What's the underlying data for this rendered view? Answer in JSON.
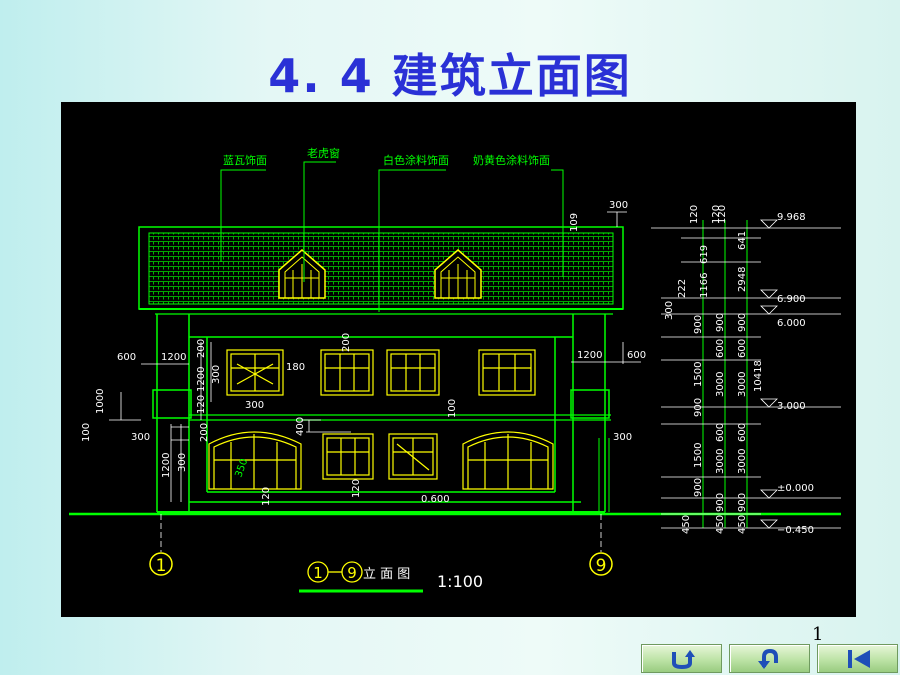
{
  "slide": {
    "title": "4. 4  建筑立面图",
    "page_number": "1"
  },
  "drawing": {
    "material_labels": {
      "blue_tile": "蓝瓦饰面",
      "dormer": "老虎窗",
      "white_paint": "白色涂料饰面",
      "cream_paint": "奶黄色涂料饰面"
    },
    "axis_left": "1",
    "axis_right": "9",
    "view_title": "立 面 图",
    "scale": "1:100",
    "dimensions": {
      "d600_left": "600",
      "d1200_left": "1200",
      "d200_a": "200",
      "d1200_v": "1200",
      "d300_a": "300",
      "d180": "180",
      "d200_b": "200",
      "d1000": "1000",
      "d100_left": "100",
      "d120_a": "120",
      "d300_top": "300",
      "d300_left": "300",
      "d200_c": "200",
      "d400": "400",
      "d100_mid": "100",
      "d1200_v2": "1200",
      "d300_b": "300",
      "d350": "350",
      "d120_b": "120",
      "d120_c": "120",
      "d0600": "0.600",
      "d300_roof": "300",
      "d109": "109",
      "d1200_right": "1200",
      "d600_right": "600",
      "d300_right": "300"
    },
    "chain1": [
      "120",
      "222",
      "300",
      "900",
      "1500",
      "900",
      "1500",
      "900",
      "450"
    ],
    "chain2": [
      "120",
      "619",
      "1166",
      "900",
      "600",
      "3000",
      "600",
      "3000",
      "900",
      "450"
    ],
    "chain3": [
      "120",
      "641",
      "2948",
      "900",
      "600",
      "3000",
      "600",
      "3000",
      "900",
      "450"
    ],
    "total": "10418",
    "elevations": [
      "9.968",
      "6.900",
      "6.000",
      "3.000",
      "±0.000",
      "−0.450"
    ]
  },
  "navigation": {
    "buttons": [
      "return-icon",
      "back-icon",
      "first-page-icon"
    ]
  },
  "colors": {
    "title": "#2a31d6",
    "drawing_bg": "#000000",
    "line_green": "#00ff00",
    "line_yellow": "#ffff00",
    "text_white": "#ffffff"
  }
}
